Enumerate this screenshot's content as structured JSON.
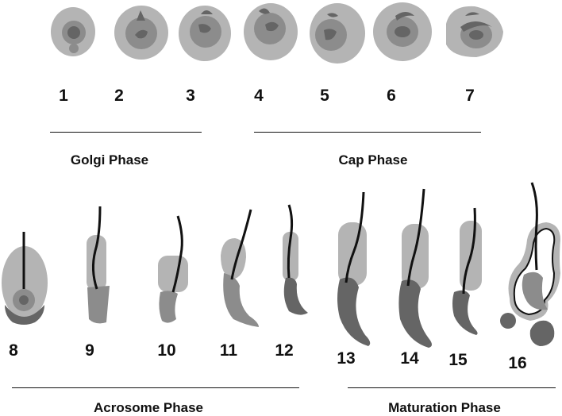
{
  "colors": {
    "background": "#ffffff",
    "cytoplasm": "#b4b4b4",
    "nucleus": "#8c8c8c",
    "acrosome": "#656565",
    "flagellum": "#111111",
    "text": "#111111"
  },
  "stages": [
    {
      "label": "1"
    },
    {
      "label": "2"
    },
    {
      "label": "3"
    },
    {
      "label": "4"
    },
    {
      "label": "5"
    },
    {
      "label": "6"
    },
    {
      "label": "7"
    },
    {
      "label": "8"
    },
    {
      "label": "9"
    },
    {
      "label": "10"
    },
    {
      "label": "11"
    },
    {
      "label": "12"
    },
    {
      "label": "13"
    },
    {
      "label": "14"
    },
    {
      "label": "15"
    },
    {
      "label": "16"
    }
  ],
  "phases": [
    {
      "label": "Golgi Phase"
    },
    {
      "label": "Cap Phase"
    },
    {
      "label": "Acrosome Phase"
    },
    {
      "label": "Maturation Phase"
    }
  ]
}
